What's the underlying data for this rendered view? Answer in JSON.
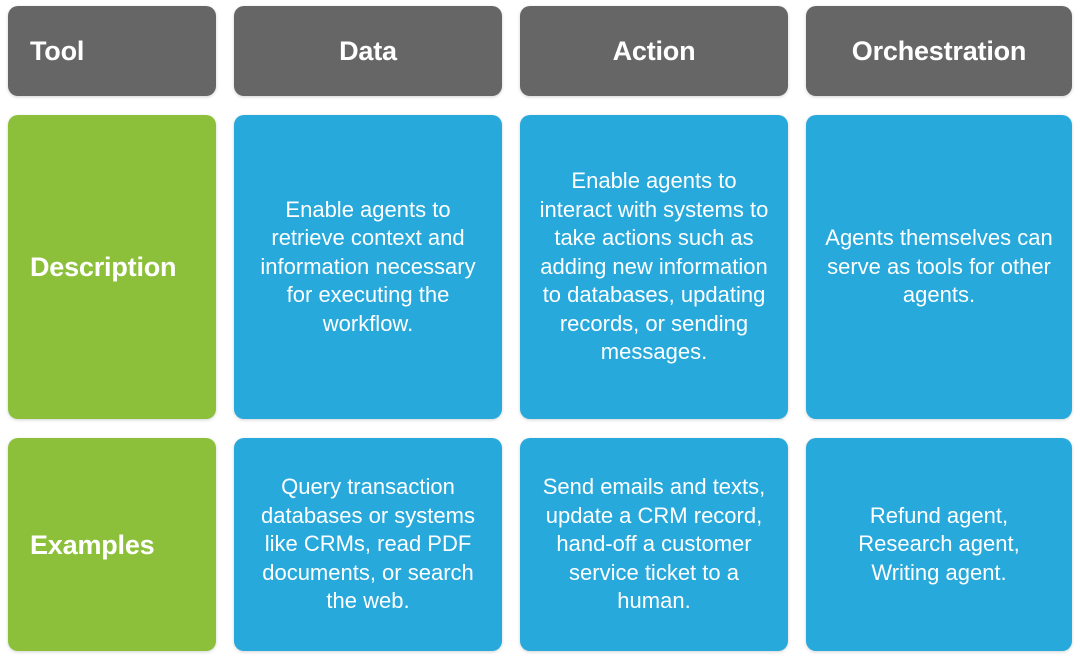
{
  "table": {
    "headers": [
      {
        "label": "Tool",
        "align": "left"
      },
      {
        "label": "Data",
        "align": "center"
      },
      {
        "label": "Action",
        "align": "center"
      },
      {
        "label": "Orchestration",
        "align": "center"
      }
    ],
    "row_labels": [
      {
        "label": "Description"
      },
      {
        "label": "Examples"
      }
    ],
    "rows": [
      {
        "label": "Description",
        "cells": [
          "Enable agents to retrieve context and information necessary for executing the workflow.",
          "Enable agents to interact with systems to take actions such as adding new information to databases, updating records, or sending messages.",
          "Agents themselves can serve as tools for other agents."
        ]
      },
      {
        "label": "Examples",
        "cells": [
          "Query transaction databases or systems like CRMs, read PDF documents, or search the web.",
          "Send emails and texts, update a CRM record, hand-off a customer service ticket to a human.",
          "Refund agent, Research agent, Writing agent."
        ]
      }
    ]
  },
  "colors": {
    "header_background": "#666666",
    "row_label_background": "#8CC03A",
    "content_background": "#27A9DC",
    "text": "#FFFFFF",
    "page_background": "#FFFFFF"
  }
}
